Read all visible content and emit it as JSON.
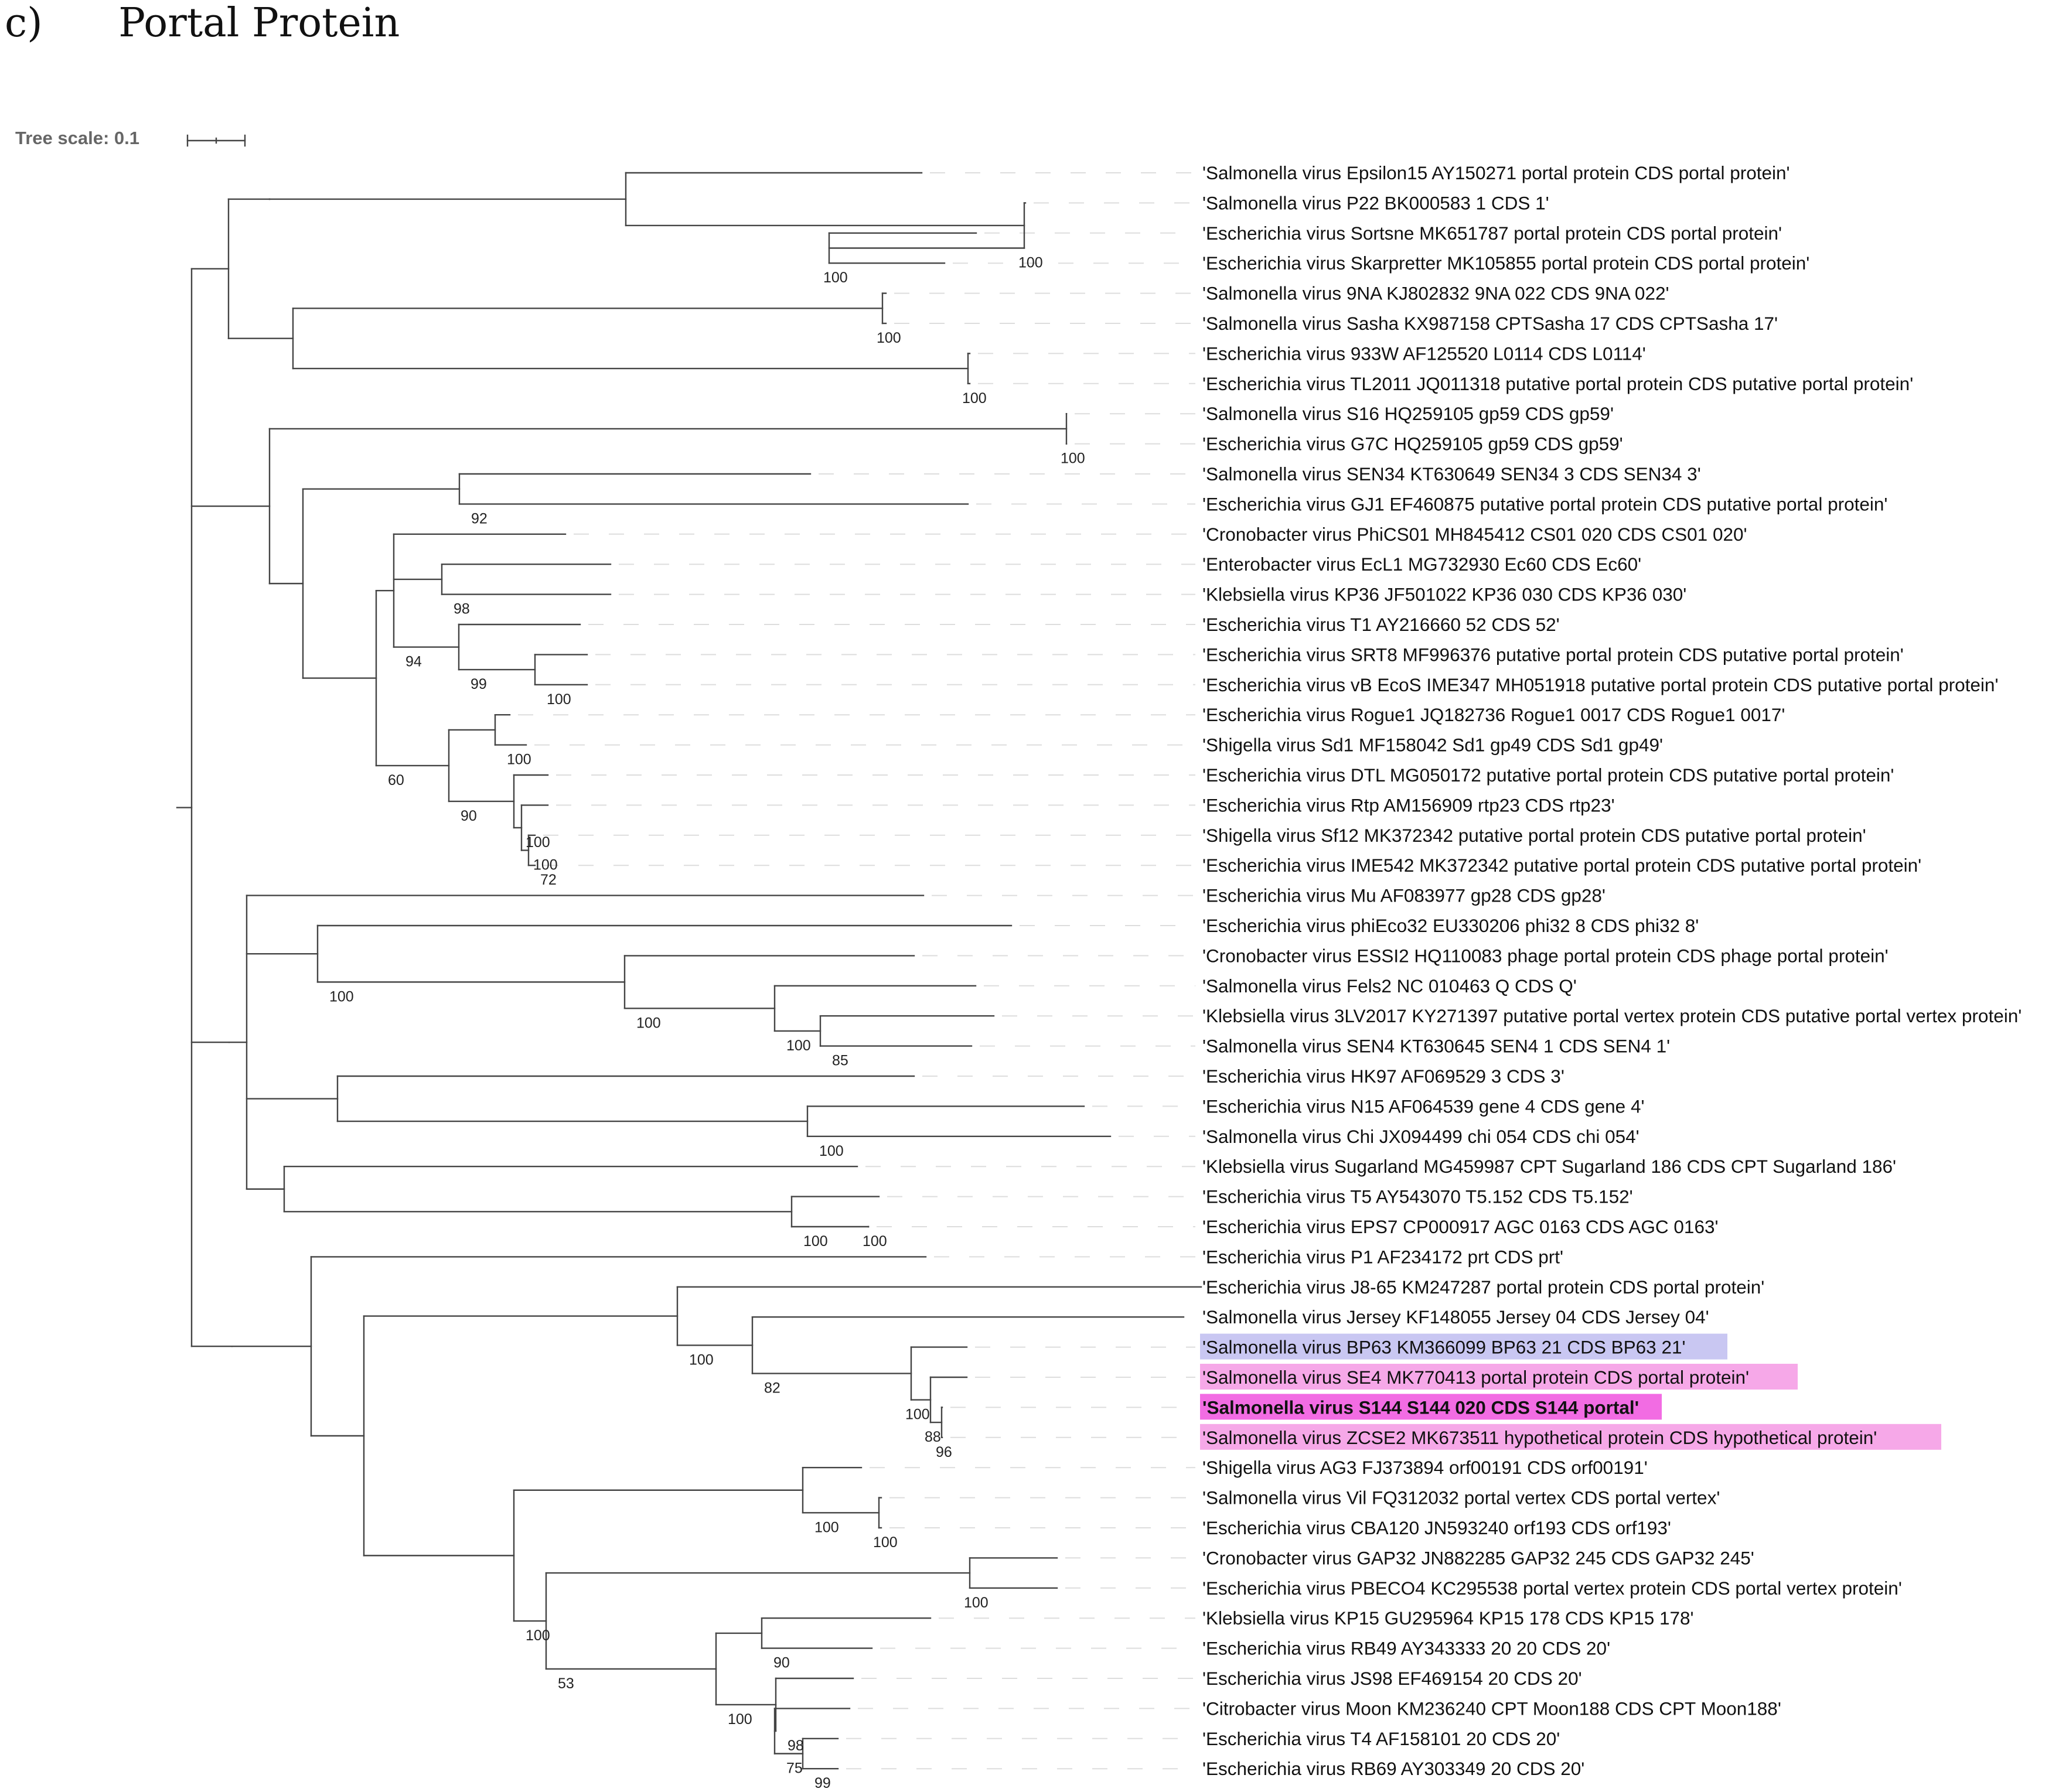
{
  "panel_title": "c)      Portal Protein",
  "tree_scale_label": "Tree scale: 0.1",
  "colors": {
    "branch": "#444444",
    "dash": "#dddddd",
    "highlight_blue": "#c9c7f2",
    "highlight_pink": "#f6a8e8",
    "highlight_pink_strong": "#f26ce3"
  },
  "leaves": [
    {
      "label": "'Salmonella virus Epsilon15 AY150271 portal protein CDS portal protein'"
    },
    {
      "label": "'Salmonella virus P22 BK000583 1 CDS 1'"
    },
    {
      "label": "'Escherichia virus Sortsne MK651787 portal protein CDS portal protein'"
    },
    {
      "label": "'Escherichia virus Skarpretter MK105855 portal protein CDS portal protein'"
    },
    {
      "label": "'Salmonella virus 9NA KJ802832 9NA 022 CDS 9NA 022'"
    },
    {
      "label": "'Salmonella virus Sasha KX987158 CPTSasha 17 CDS CPTSasha 17'"
    },
    {
      "label": "'Escherichia virus 933W AF125520 L0114 CDS L0114'"
    },
    {
      "label": "'Escherichia virus TL2011 JQ011318 putative portal protein CDS putative portal protein'"
    },
    {
      "label": "'Salmonella virus S16 HQ259105 gp59 CDS gp59'"
    },
    {
      "label": "'Escherichia virus G7C HQ259105 gp59 CDS gp59'"
    },
    {
      "label": "'Salmonella virus SEN34 KT630649 SEN34 3 CDS SEN34 3'"
    },
    {
      "label": "'Escherichia virus GJ1 EF460875 putative portal protein CDS putative portal protein'"
    },
    {
      "label": "'Cronobacter virus PhiCS01 MH845412 CS01 020 CDS CS01 020'"
    },
    {
      "label": "'Enterobacter virus EcL1 MG732930 Ec60 CDS Ec60'"
    },
    {
      "label": "'Klebsiella virus KP36 JF501022 KP36 030 CDS KP36 030'"
    },
    {
      "label": "'Escherichia virus T1 AY216660 52 CDS 52'"
    },
    {
      "label": "'Escherichia virus SRT8 MF996376 putative portal protein CDS putative portal protein'"
    },
    {
      "label": "'Escherichia virus vB EcoS IME347 MH051918 putative portal protein CDS putative portal protein'"
    },
    {
      "label": "'Escherichia virus Rogue1 JQ182736 Rogue1 0017 CDS Rogue1 0017'"
    },
    {
      "label": "'Shigella virus Sd1 MF158042 Sd1 gp49 CDS Sd1 gp49'"
    },
    {
      "label": "'Escherichia virus DTL MG050172 putative portal protein CDS putative portal protein'"
    },
    {
      "label": "'Escherichia virus Rtp AM156909 rtp23 CDS rtp23'"
    },
    {
      "label": "'Shigella virus Sf12 MK372342 putative portal protein CDS putative portal protein'"
    },
    {
      "label": "'Escherichia virus IME542 MK372342 putative portal protein CDS putative portal protein'"
    },
    {
      "label": "'Escherichia virus Mu AF083977 gp28 CDS gp28'"
    },
    {
      "label": "'Escherichia virus phiEco32 EU330206 phi32 8 CDS phi32 8'"
    },
    {
      "label": "'Cronobacter virus ESSI2 HQ110083 phage portal protein CDS phage portal protein'"
    },
    {
      "label": "'Salmonella virus Fels2 NC 010463 Q CDS Q'"
    },
    {
      "label": "'Klebsiella virus 3LV2017 KY271397 putative portal vertex protein CDS putative portal vertex protein'"
    },
    {
      "label": "'Salmonella virus SEN4 KT630645 SEN4 1 CDS SEN4 1'"
    },
    {
      "label": "'Escherichia virus HK97 AF069529 3 CDS 3'"
    },
    {
      "label": "'Escherichia virus N15 AF064539 gene 4 CDS gene 4'"
    },
    {
      "label": "'Salmonella virus Chi JX094499 chi 054 CDS chi 054'"
    },
    {
      "label": "'Klebsiella virus Sugarland MG459987 CPT Sugarland 186 CDS CPT Sugarland 186'"
    },
    {
      "label": "'Escherichia virus T5 AY543070 T5.152 CDS T5.152'"
    },
    {
      "label": "'Escherichia virus EPS7 CP000917 AGC 0163 CDS AGC 0163'"
    },
    {
      "label": "'Escherichia virus P1 AF234172 prt CDS prt'"
    },
    {
      "label": "'Escherichia virus J8-65 KM247287 portal protein CDS portal protein'"
    },
    {
      "label": "'Salmonella virus Jersey KF148055 Jersey 04 CDS Jersey 04'"
    },
    {
      "label": "'Salmonella virus BP63 KM366099 BP63 21 CDS BP63 21'",
      "highlight": "blue"
    },
    {
      "label": "'Salmonella virus SE4 MK770413 portal protein CDS portal protein'",
      "highlight": "pink"
    },
    {
      "label": "'Salmonella virus S144 S144 020 CDS S144 portal'",
      "highlight": "pink_strong",
      "bold": true
    },
    {
      "label": "'Salmonella virus ZCSE2 MK673511 hypothetical protein CDS hypothetical protein'",
      "highlight": "pink"
    },
    {
      "label": "'Shigella virus AG3 FJ373894 orf00191 CDS orf00191'"
    },
    {
      "label": "'Salmonella virus Vil FQ312032 portal vertex CDS portal vertex'"
    },
    {
      "label": "'Escherichia virus CBA120 JN593240 orf193 CDS orf193'"
    },
    {
      "label": "'Cronobacter virus GAP32 JN882285 GAP32 245 CDS GAP32 245'"
    },
    {
      "label": "'Escherichia virus PBECO4 KC295538 portal vertex protein CDS portal vertex protein'"
    },
    {
      "label": "'Klebsiella virus KP15 GU295964 KP15 178 CDS KP15 178'"
    },
    {
      "label": "'Escherichia virus RB49 AY343333 20 20 CDS 20'"
    },
    {
      "label": "'Escherichia virus JS98 EF469154 20 CDS 20'"
    },
    {
      "label": "'Citrobacter virus Moon KM236240 CPT Moon188 CDS CPT Moon188'"
    },
    {
      "label": "'Escherichia virus T4 AF158101 20 CDS 20'"
    },
    {
      "label": "'Escherichia virus RB69 AY303349 20 CDS 20'"
    }
  ],
  "bootstrap_values": [
    "100",
    "100",
    "100",
    "100",
    "100",
    "92",
    "94",
    "98",
    "60",
    "99",
    "100",
    "90",
    "100",
    "100",
    "100",
    "72",
    "100",
    "100",
    "100",
    "85",
    "100",
    "100",
    "100",
    "100",
    "82",
    "100",
    "88",
    "96",
    "100",
    "100",
    "100",
    "100",
    "53",
    "90",
    "100",
    "98",
    "75",
    "99"
  ]
}
